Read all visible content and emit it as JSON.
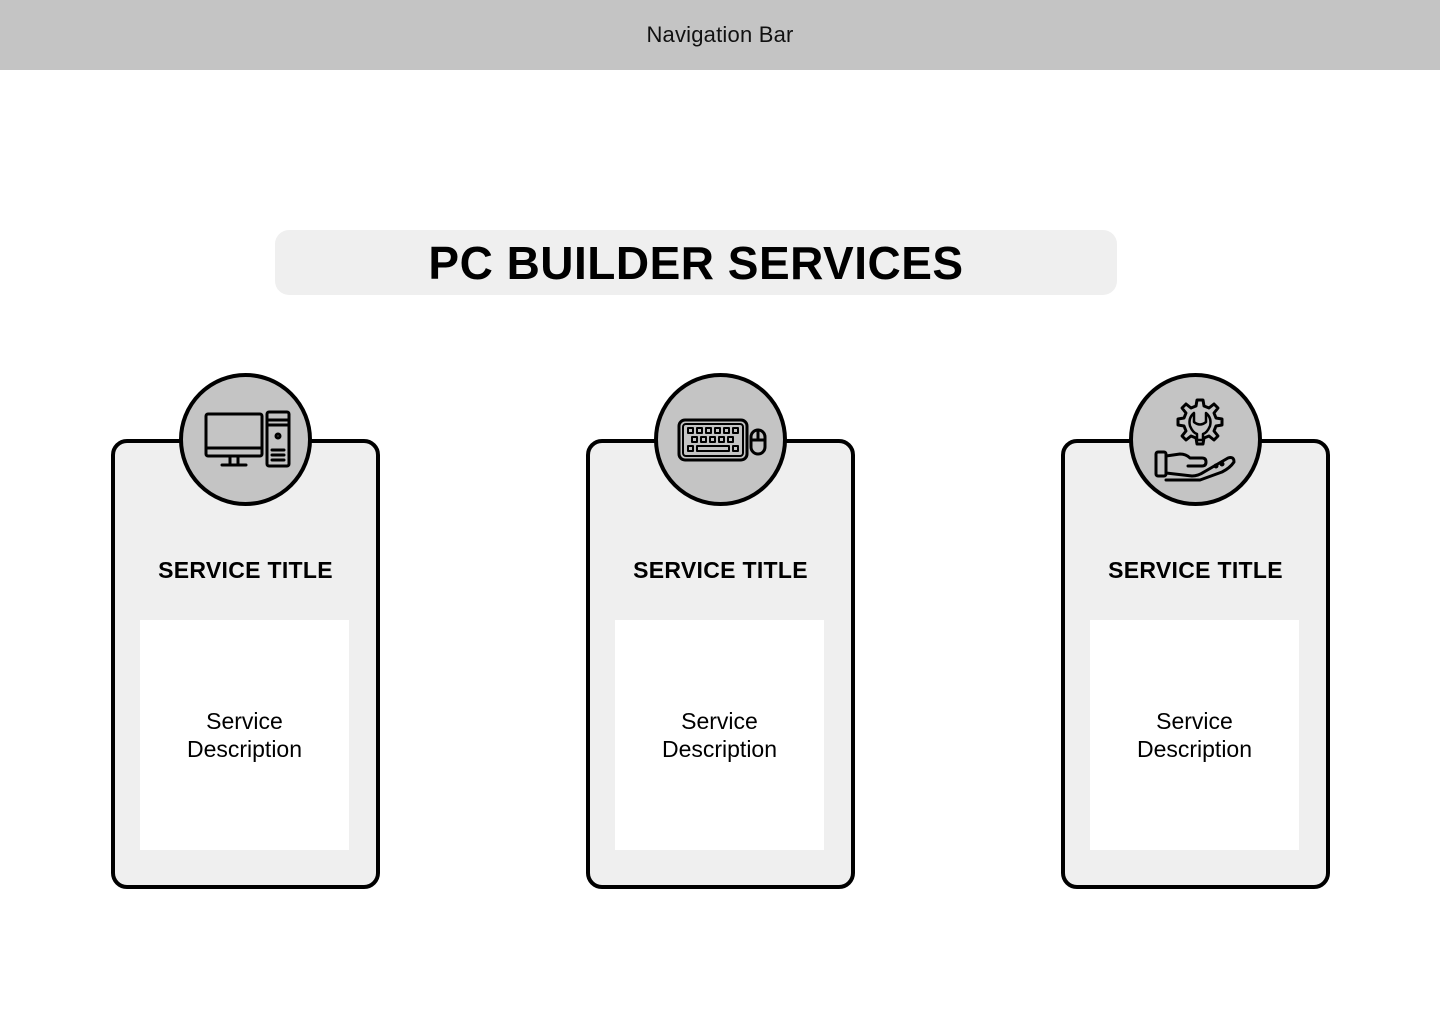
{
  "navbar": {
    "label": "Navigation Bar"
  },
  "page": {
    "title": "PC BUILDER SERVICES"
  },
  "cards": [
    {
      "icon": "desktop-computer-icon",
      "title": "SERVICE TITLE",
      "description": "Service Description"
    },
    {
      "icon": "keyboard-mouse-icon",
      "title": "SERVICE TITLE",
      "description": "Service Description"
    },
    {
      "icon": "gear-wrench-hand-icon",
      "title": "SERVICE TITLE",
      "description": "Service Description"
    }
  ],
  "colors": {
    "navbar_bg": "#c4c4c4",
    "panel_bg": "#efefef",
    "icon_circle_bg": "#c4c4c4",
    "border": "#000000"
  }
}
